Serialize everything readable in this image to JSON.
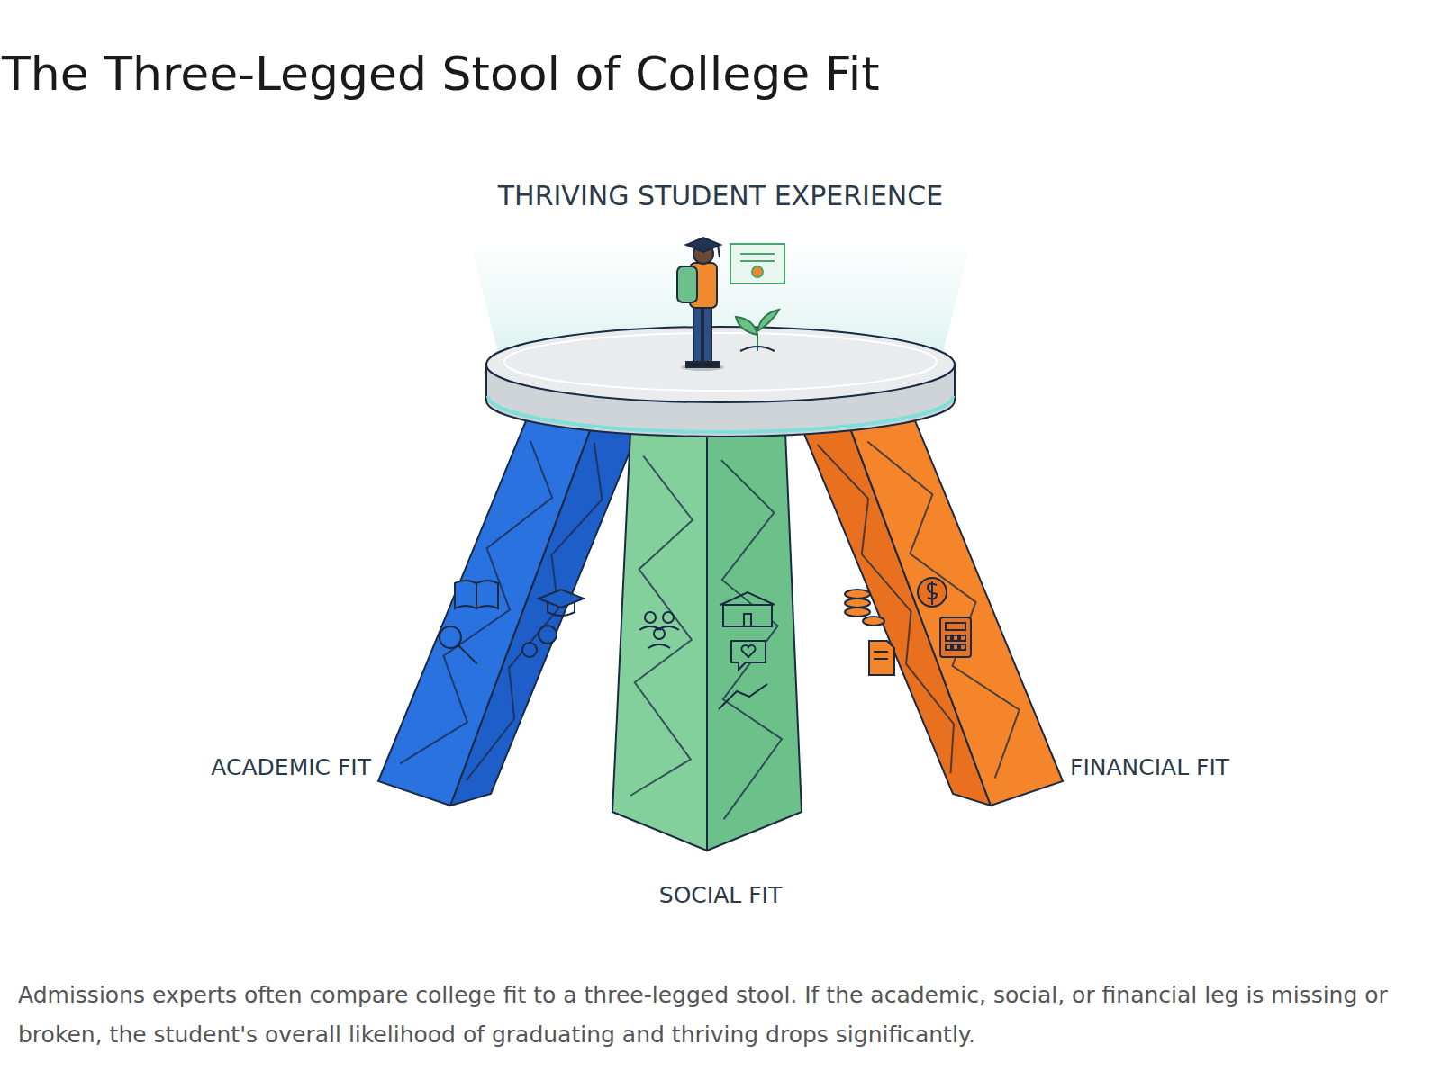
{
  "diagram": {
    "title": "The Three-Legged Stool of College Fit",
    "caption": "Admissions experts often compare college fit to a three-legged stool. If the academic, social, or financial leg is missing or broken, the student's overall likelihood of graduating and thriving drops significantly.",
    "labels": [
      "THRIVING STUDENT EXPERIENCE",
      "ACADEMIC FIT",
      "SOCIAL FIT",
      "FINANCIAL FIT"
    ]
  }
}
